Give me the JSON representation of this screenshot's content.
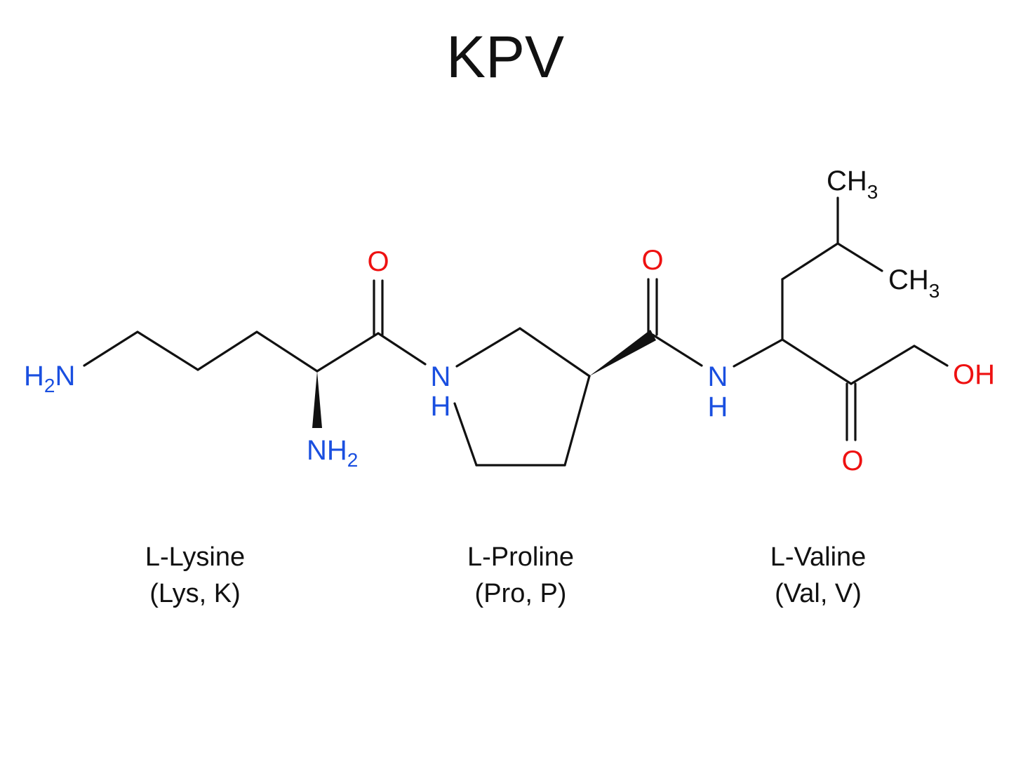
{
  "title": "KPV",
  "colors": {
    "nitrogen": "#1a4fe0",
    "oxygen": "#ee1111",
    "carbon": "#111111",
    "background": "#ffffff"
  },
  "atoms": {
    "amine_terminal": {
      "symbol": "H",
      "sub": "2",
      "tail": "N"
    },
    "amine_alpha": {
      "symbol": "NH",
      "sub": "2"
    },
    "oxygen_1": "O",
    "nh_1": {
      "n": "N",
      "h": "H"
    },
    "oxygen_2": "O",
    "nh_2": {
      "n": "N",
      "h": "H"
    },
    "methyl_1": {
      "symbol": "CH",
      "sub": "3"
    },
    "methyl_2": {
      "symbol": "CH",
      "sub": "3"
    },
    "hydroxyl": "OH",
    "oxygen_3": "O"
  },
  "residues": [
    {
      "name": "L-Lysine",
      "abbr": "(Lys, K)"
    },
    {
      "name": "L-Proline",
      "abbr": "(Pro, P)"
    },
    {
      "name": "L-Valine",
      "abbr": "(Val, V)"
    }
  ]
}
